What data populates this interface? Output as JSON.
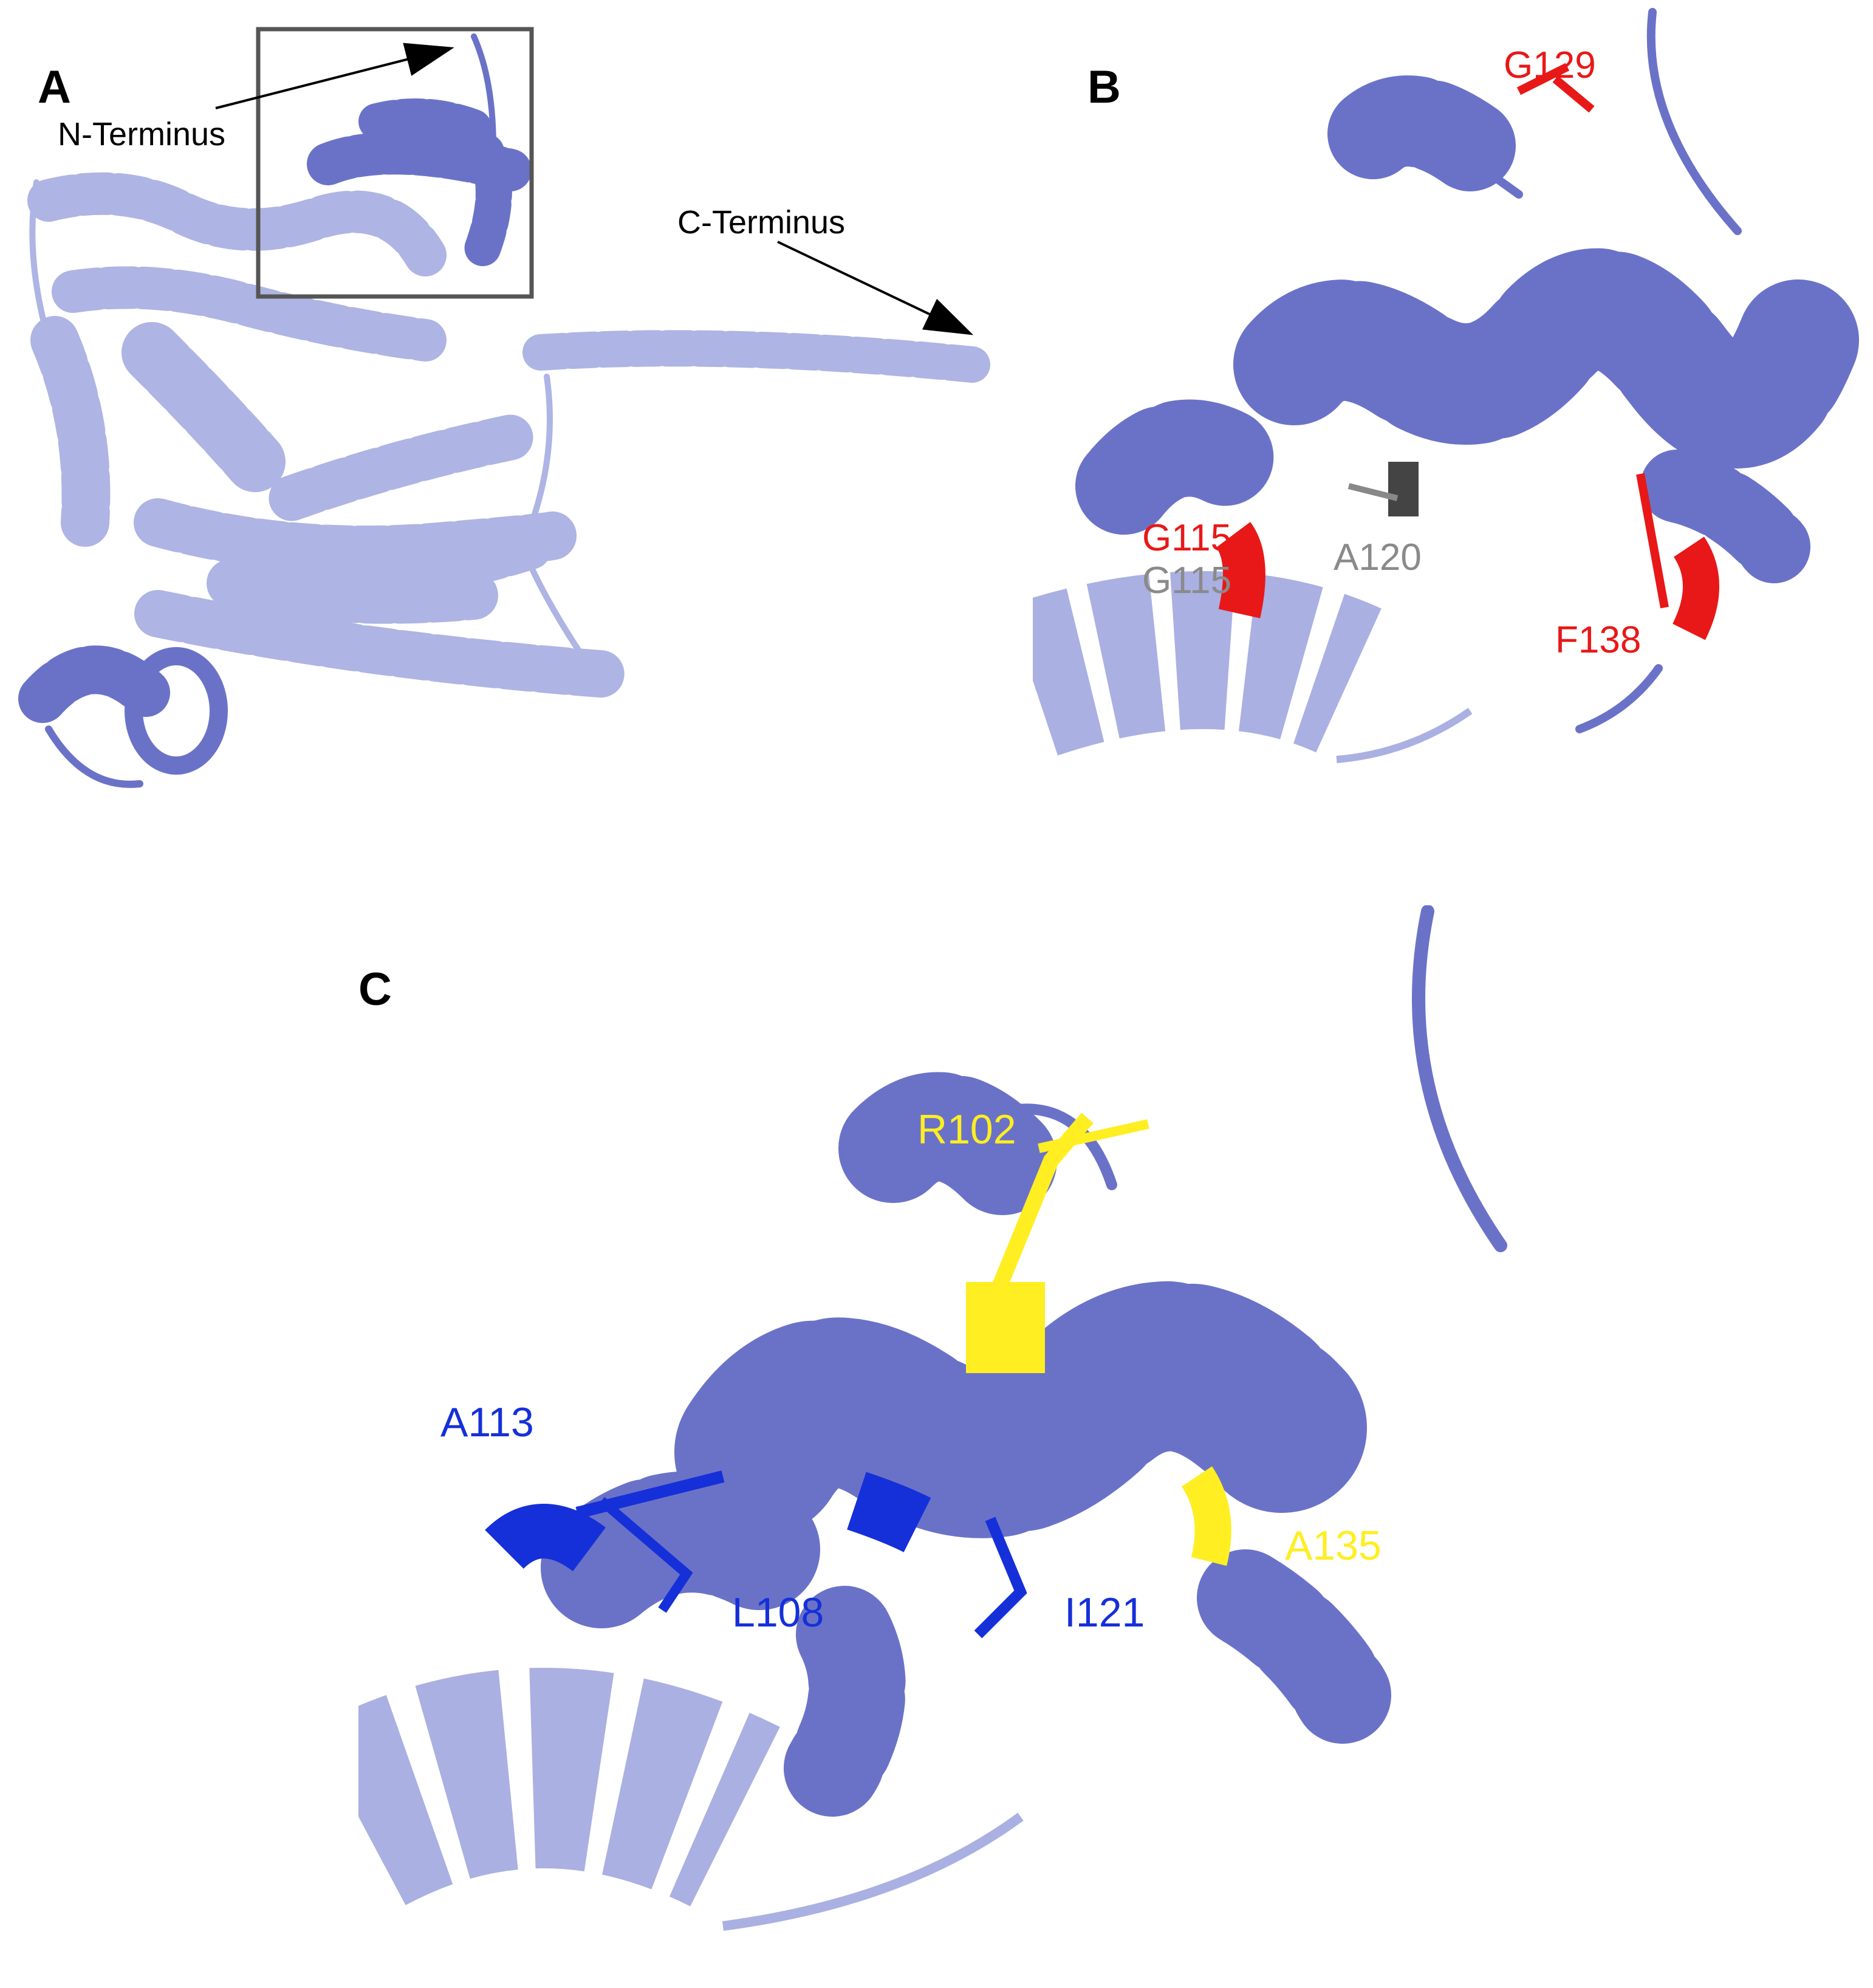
{
  "colors": {
    "background": "#ffffff",
    "ribbon_dark": "#6a72c8",
    "ribbon_light": "#aab0e2",
    "ribbon_edge": "#4b53a6",
    "red": "#e81818",
    "grey": "#8a8a8a",
    "yellow": "#ffee22",
    "blue": "#1530d8",
    "black": "#000000"
  },
  "panel_a": {
    "letter": "A",
    "n_terminus": "N-Terminus",
    "c_terminus": "C-Terminus"
  },
  "panel_b": {
    "letter": "B",
    "residues": {
      "g129": "G129",
      "g115_red": "G115",
      "g115_grey": "G115",
      "a120": "A120",
      "f138": "F138"
    }
  },
  "panel_c": {
    "letter": "C",
    "residues": {
      "r102": "R102",
      "a113": "A113",
      "l108": "L108",
      "i121": "I121",
      "a135": "A135"
    }
  },
  "icons": [
    "ribbon-helix",
    "arrow"
  ]
}
